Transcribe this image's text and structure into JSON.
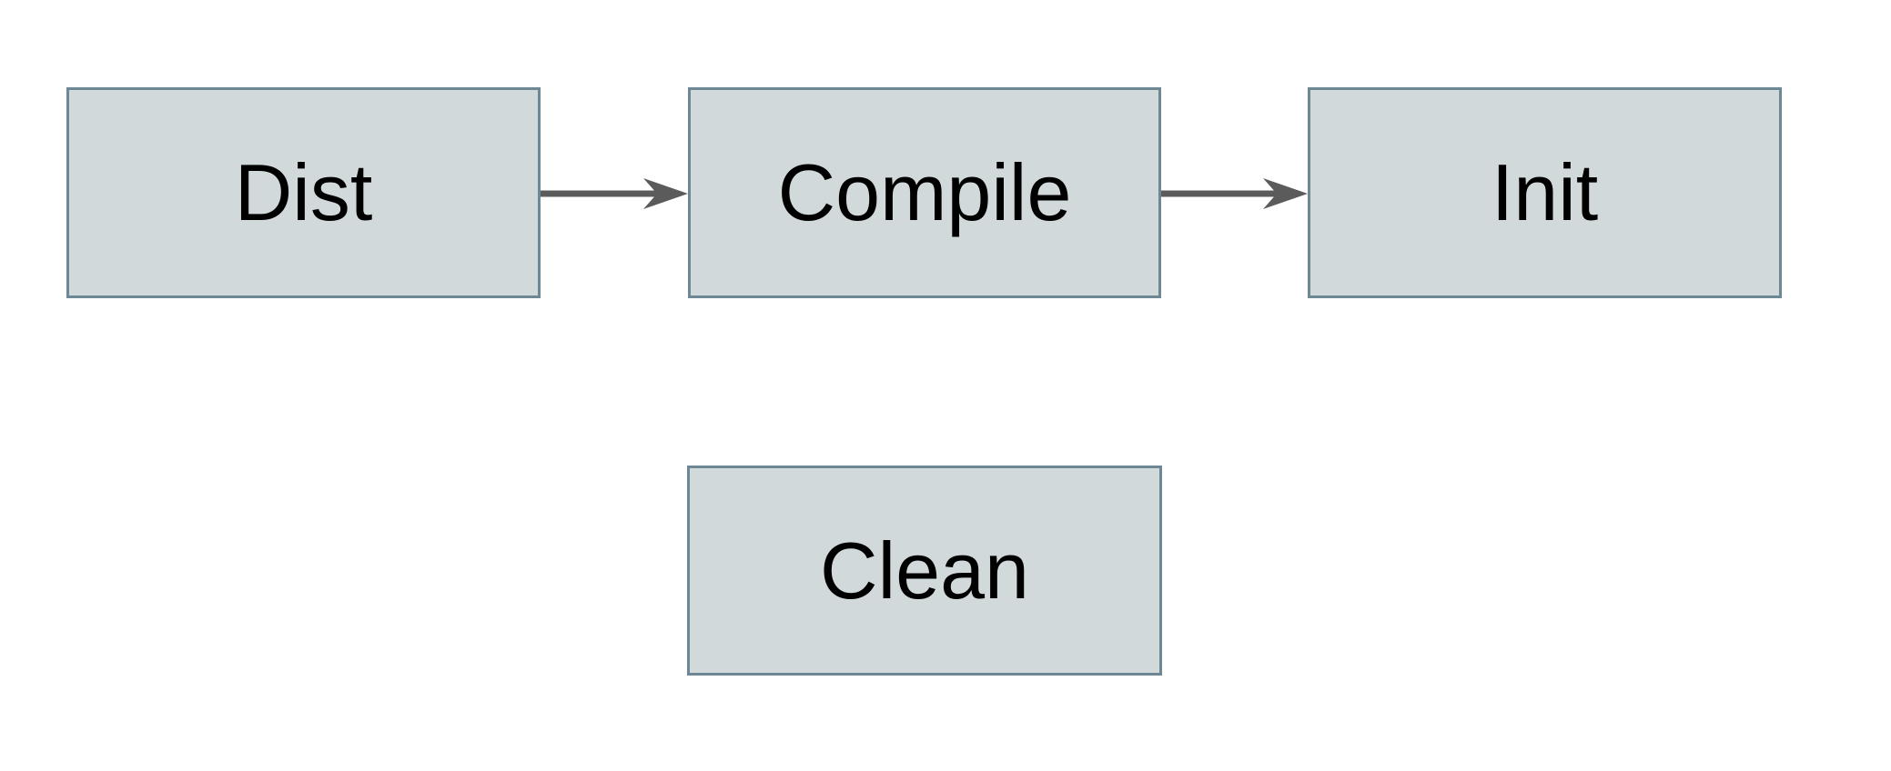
{
  "theme": {
    "background": "#ffffff",
    "node_fill": "#d2d9db",
    "node_border": "#6e8794",
    "arrow_color": "#5b5b5b",
    "text_color": "#000000"
  },
  "diagram": {
    "type": "flowchart",
    "nodes": [
      {
        "id": "dist",
        "label": "Dist"
      },
      {
        "id": "compile",
        "label": "Compile"
      },
      {
        "id": "init",
        "label": "Init"
      },
      {
        "id": "clean",
        "label": "Clean"
      }
    ],
    "edges": [
      {
        "from": "Dist",
        "to": "Compile",
        "style": "arrow-right"
      },
      {
        "from": "Compile",
        "to": "Init",
        "style": "arrow-right"
      }
    ]
  }
}
